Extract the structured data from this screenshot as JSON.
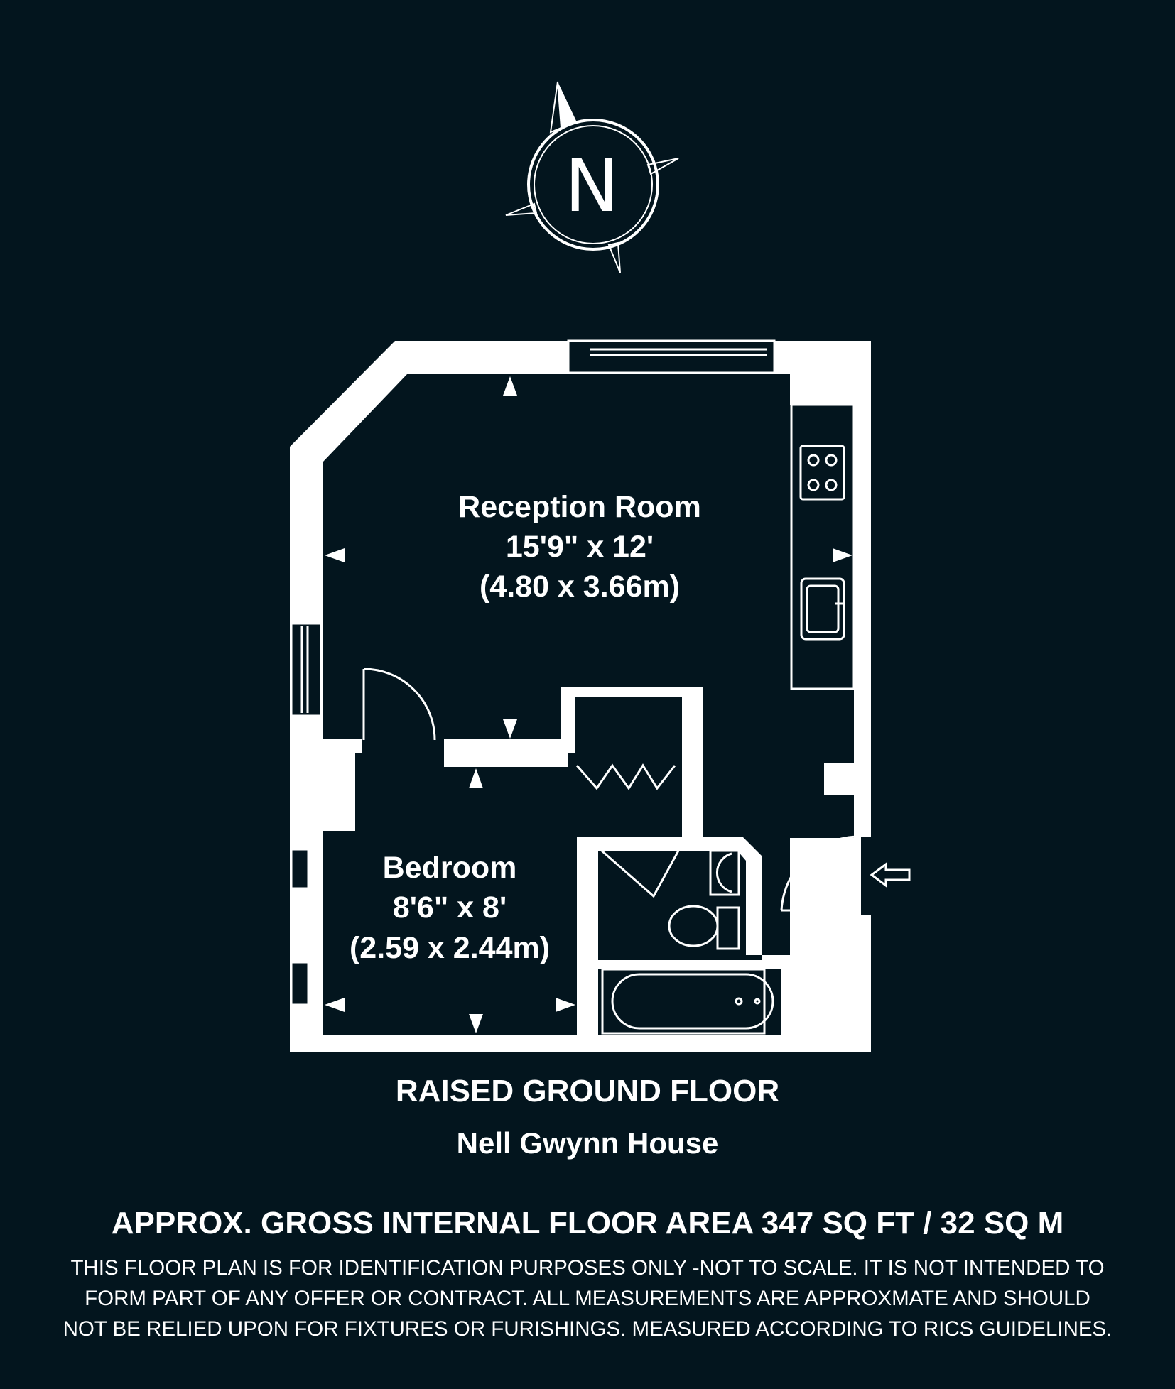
{
  "compass": {
    "letter": "N",
    "icon": "north-compass-icon"
  },
  "rooms": {
    "reception": {
      "name": "Reception Room",
      "size_imperial": "15'9\" x 12'",
      "size_metric": "(4.80 x 3.66m)"
    },
    "bedroom": {
      "name": "Bedroom",
      "size_imperial": "8'6\" x 8'",
      "size_metric": "(2.59 x 2.44m)"
    }
  },
  "floor": {
    "title": "RAISED GROUND FLOOR",
    "property": "Nell Gwynn House"
  },
  "area": {
    "text": "APPROX. GROSS INTERNAL FLOOR AREA 347 SQ FT / 32 SQ M"
  },
  "disclaimer": {
    "line1": "THIS FLOOR PLAN IS FOR IDENTIFICATION PURPOSES ONLY -NOT TO SCALE. IT IS NOT INTENDED TO",
    "line2": "FORM PART OF ANY OFFER OR CONTRACT. ALL MEASUREMENTS ARE APPROXMATE AND SHOULD",
    "line3": "NOT BE RELIED UPON FOR FIXTURES OR FURISHINGS. MEASURED ACCORDING TO RICS GUIDELINES."
  },
  "colors": {
    "background": "#03151e",
    "walls": "#ffffff",
    "text": "#ffffff"
  },
  "icons": {
    "entrance": "entrance-arrow-icon",
    "hob": "hob-icon",
    "kitchen_sink": "kitchen-sink-icon",
    "basin": "basin-icon",
    "toilet": "toilet-icon",
    "bath": "bath-icon"
  }
}
